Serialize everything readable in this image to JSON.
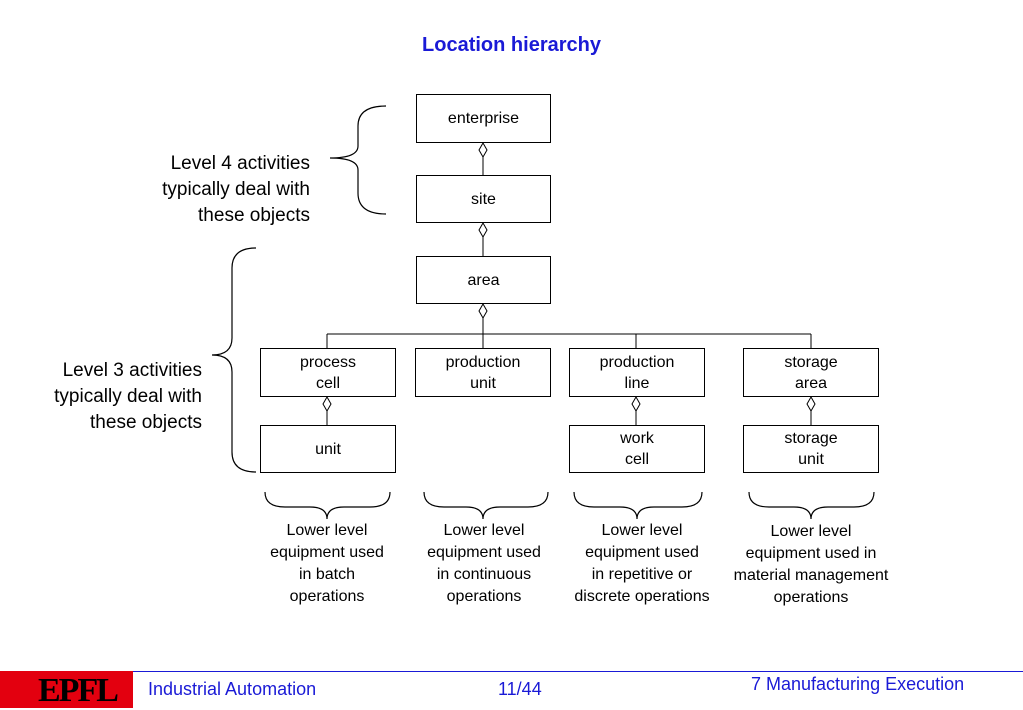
{
  "title": "Location hierarchy",
  "boxes": {
    "enterprise": "enterprise",
    "site": "site",
    "area": "area",
    "process_cell": "process\ncell",
    "production_unit": "production\nunit",
    "production_line": "production\nline",
    "storage_area": "storage\narea",
    "unit": "unit",
    "work_cell": "work\ncell",
    "storage_unit": "storage\nunit"
  },
  "notes": {
    "level4": "Level 4 activities\ntypically deal with\nthese objects",
    "level3": "Level 3 activities\ntypically deal with\nthese objects"
  },
  "captions": {
    "batch": "Lower level\nequipment used\nin batch\noperations",
    "continuous": "Lower level\nequipment used\nin continuous\noperations",
    "discrete": "Lower level\nequipment used\nin repetitive or\ndiscrete operations",
    "material": "Lower level\nequipment used in\nmaterial management\noperations"
  },
  "footer": {
    "course": "Industrial Automation",
    "page": "11/44",
    "chapter": "7 Manufacturing Execution",
    "logo_text": "EPFL"
  },
  "colors": {
    "accent": "#1a1ad6",
    "brand_red": "#e3000f"
  }
}
